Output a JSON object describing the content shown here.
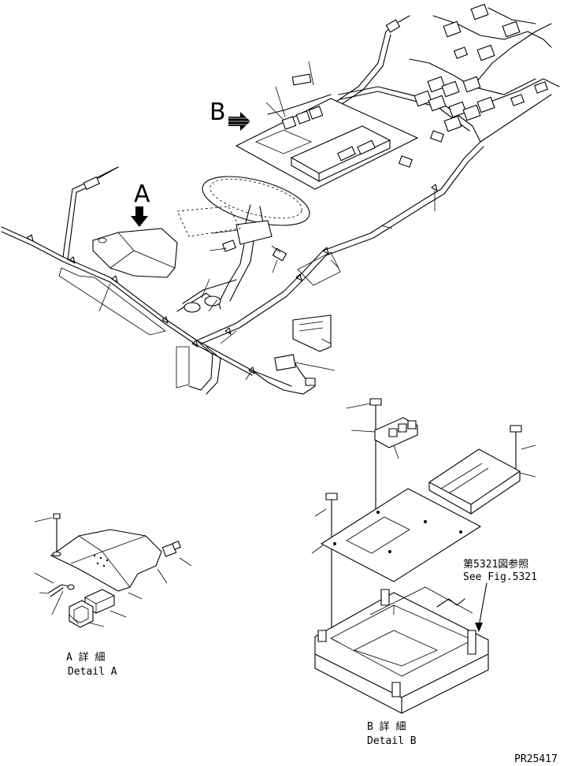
{
  "labels": {
    "view_a_letter": "A",
    "view_b_letter": "B",
    "detail_a_jp": "A 詳 細",
    "detail_a_en": "Detail A",
    "detail_b_jp": "B 詳 細",
    "detail_b_en": "Detail B",
    "reference_jp": "第5321図参照",
    "reference_en": "See Fig.5321",
    "drawing_number": "PR25417"
  }
}
